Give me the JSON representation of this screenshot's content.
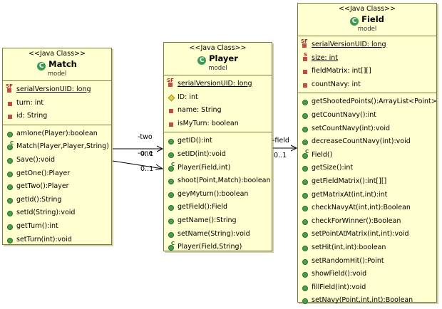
{
  "stereotype": "<<Java Class>>",
  "classes": {
    "match": {
      "name": "Match",
      "package": "model",
      "attributes": [
        "serialVersionUID: long",
        "turn: int",
        "id: String"
      ],
      "methods": [
        "amIone(Player):boolean",
        "Match(Player,Player,String)",
        "Save():void",
        "getOne():Player",
        "getTwo():Player",
        "getId():String",
        "setId(String):void",
        "getTurn():int",
        "setTurn(int):void"
      ]
    },
    "player": {
      "name": "Player",
      "package": "model",
      "attributes": [
        "serialVersionUID: long",
        "ID: int",
        "name: String",
        "isMyTurn: boolean"
      ],
      "methods": [
        "getID():int",
        "setID(int):void",
        "Player(Field,int)",
        "shoot(Point,Match):boolean",
        "geyMyturn():boolean",
        "getField():Field",
        "getName():String",
        "setName(String):void",
        "Player(Field,String)"
      ]
    },
    "field": {
      "name": "Field",
      "package": "model",
      "attributes": [
        "serialVersionUID: long",
        "size: int",
        "fieldMatrix: int[][]",
        "countNavy: int"
      ],
      "methods": [
        "getShootedPoints():ArrayList<Point>",
        "getCountNavy():int",
        "setCountNavy(int):void",
        "decreaseCountNavy(int):void",
        "Field()",
        "getSize():int",
        "getFieldMatrix():int[][]",
        "getMatrixAt(int,int):int",
        "checkNavyAt(int,int):Boolean",
        "checkForWinner():Boolean",
        "setPointAtMatrix(int,int):void",
        "setHit(int,int):boolean",
        "setRandomHit():Point",
        "showField():void",
        "fillField(int):void",
        "setNavy(Point,int,int):Boolean"
      ]
    }
  },
  "associations": {
    "two_role": "-two",
    "one_role": "-one",
    "player_mult_top": "0..1",
    "player_mult_bottom": "0..1",
    "field_role": "-field",
    "field_mult": "0..1"
  },
  "colors": {
    "class_fill": "#ffffcf",
    "class_border": "#7a7a3a",
    "class_icon": "#3a9a55"
  }
}
